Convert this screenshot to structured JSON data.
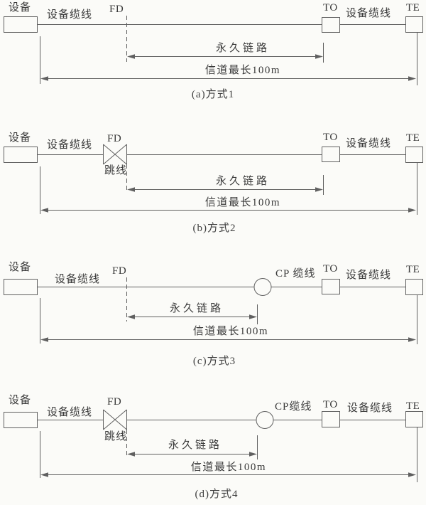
{
  "colors": {
    "background": "#fbfbf8",
    "line": "#606060",
    "text": "#3a3a3a"
  },
  "diagrams": [
    {
      "device": "设备",
      "device_cable_left": "设备缆线",
      "fd": "FD",
      "to": "TO",
      "device_cable_right": "设备缆线",
      "te": "TE",
      "permanent_link": "永久链路",
      "channel": "信道最长100m",
      "caption": "(a)方式1"
    },
    {
      "device": "设备",
      "device_cable_left": "设备缆线",
      "fd": "FD",
      "jumper": "跳线",
      "to": "TO",
      "device_cable_right": "设备缆线",
      "te": "TE",
      "permanent_link": "永久链路",
      "channel": "信道最长100m",
      "caption": "(b)方式2"
    },
    {
      "device": "设备",
      "device_cable_left": "设备缆线",
      "fd": "FD",
      "cp_cable": "CP 缆线",
      "to": "TO",
      "device_cable_right": "设备缆线",
      "te": "TE",
      "permanent_link": "永久链路",
      "channel": "信道最长100m",
      "caption": "(c)方式3"
    },
    {
      "device": "设备",
      "device_cable_left": "设备缆线",
      "fd": "FD",
      "jumper": "跳线",
      "cp_cable": "CP缆线",
      "to": "TO",
      "device_cable_right": "设备缆线",
      "te": "TE",
      "permanent_link": "永久链路",
      "channel": "信道最长100m",
      "caption": "(d)方式4"
    }
  ]
}
